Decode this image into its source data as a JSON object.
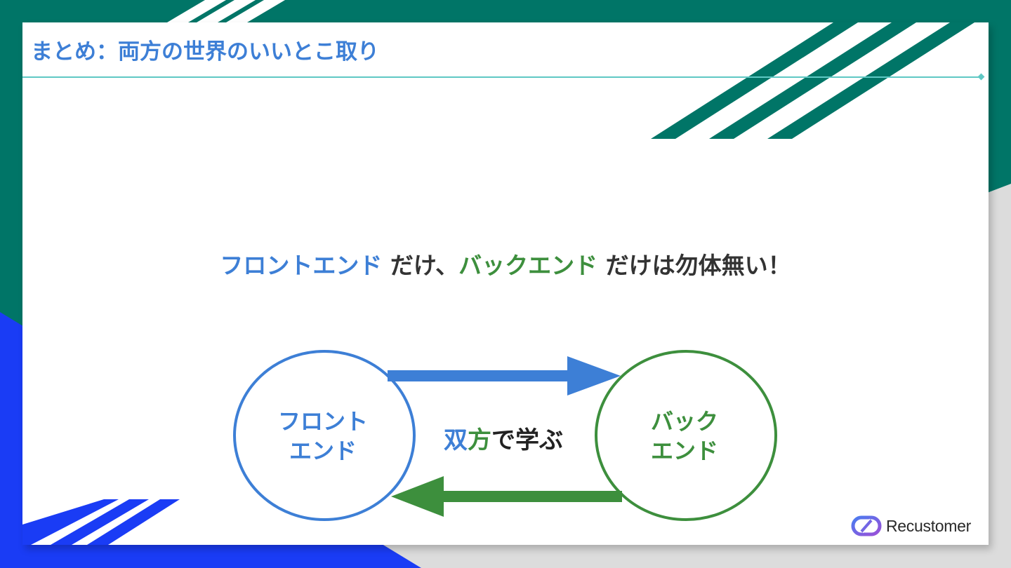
{
  "slide": {
    "title": "まとめ：両方の世界のいいとこ取り",
    "headline": {
      "part1": "フロントエンド",
      "part2": " だけ、",
      "part3": "バックエンド",
      "part4": " だけは勿体無い！"
    }
  },
  "diagram": {
    "front": {
      "line1": "フロント",
      "line2": "エンド"
    },
    "back": {
      "line1": "バック",
      "line2": "エンド"
    },
    "center": {
      "part1": "双",
      "part2": "方",
      "part3": "で学ぶ"
    }
  },
  "brand": {
    "name": "Recustomer"
  },
  "colors": {
    "blue": "#3d7fd6",
    "green": "#3d8f3d",
    "teal": "#007567",
    "royal_blue": "#1a3cf5",
    "accent_line": "#5fc8c4"
  }
}
